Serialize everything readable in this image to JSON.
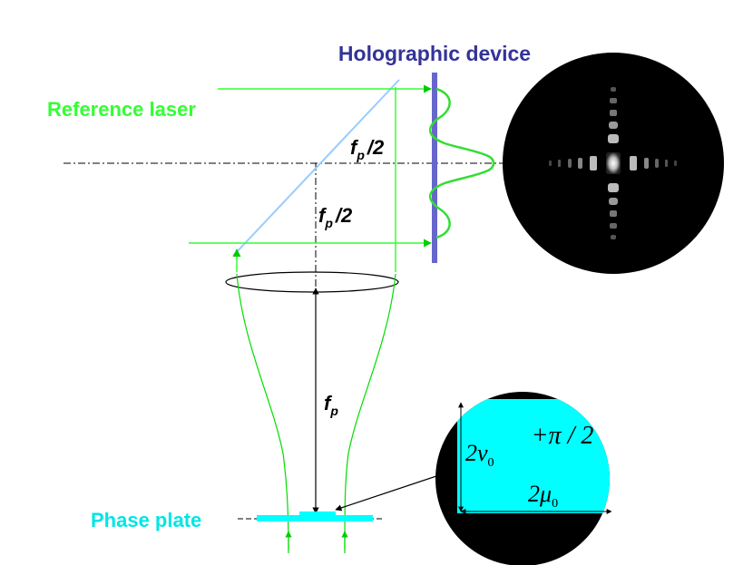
{
  "labels": {
    "holographic_device": "Holographic device",
    "reference_laser": "Reference laser",
    "phase_plate": "Phase plate"
  },
  "focal": {
    "f_symbol": "f",
    "p_subscript": "p",
    "half_suffix": "/2"
  },
  "inset": {
    "phase": "+π / 2",
    "height_coef": "2ν",
    "height_sub": "0",
    "width_coef": "2μ",
    "width_sub": "0"
  },
  "colors": {
    "title": "#333399",
    "laser_green": "#33ff33",
    "beam_green": "#00dd00",
    "plate_cyan": "#00ffff",
    "device_blue": "#6666cc",
    "mirror_blue": "#99ccff",
    "inset_bg": "#000000"
  }
}
